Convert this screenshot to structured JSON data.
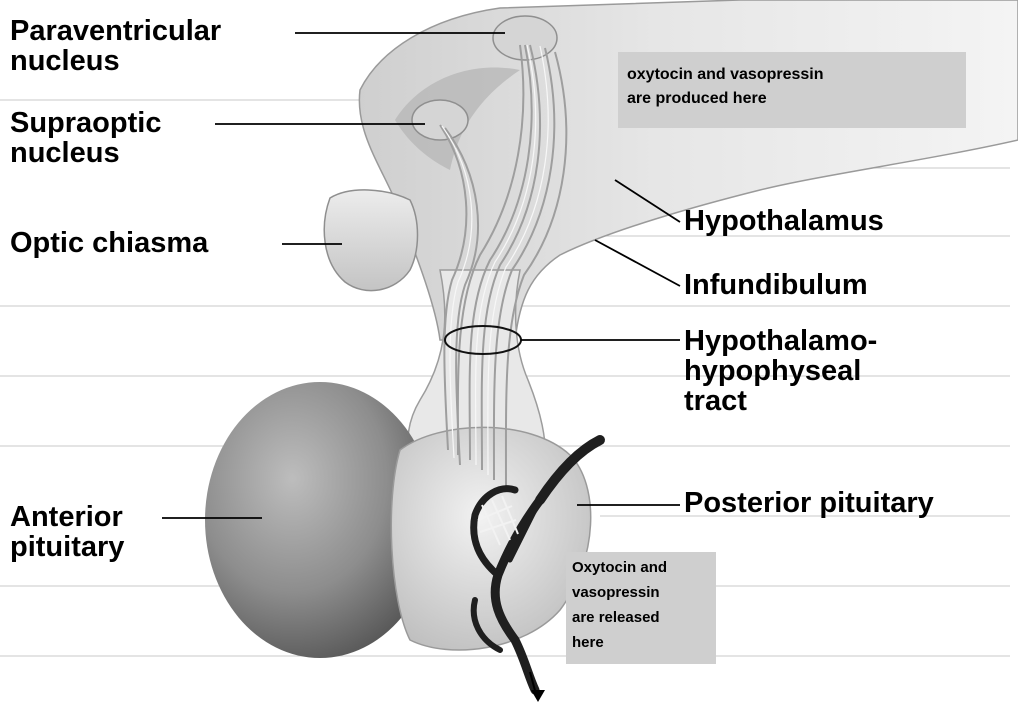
{
  "labels": {
    "paraventricular": "Paraventricular\nnucleus",
    "supraoptic": "Supraoptic\nnucleus",
    "optic_chiasma": "Optic chiasma",
    "hypothalamus": "Hypothalamus",
    "infundibulum": "Infundibulum",
    "tract": "Hypothalamo-\nhypophyseal\ntract",
    "anterior_pituitary": "Anterior\npituitary",
    "posterior_pituitary": "Posterior pituitary"
  },
  "notes": {
    "produced": "oxytocin and vasopressin\nare produced here",
    "released": "Oxytocin and\nvasopressin\nare released\nhere"
  },
  "colors": {
    "label_box": "#cfcfcf",
    "tissue_light": "#e4e4e4",
    "tissue_dark": "#8a8a8a",
    "vessel": "#222222"
  }
}
